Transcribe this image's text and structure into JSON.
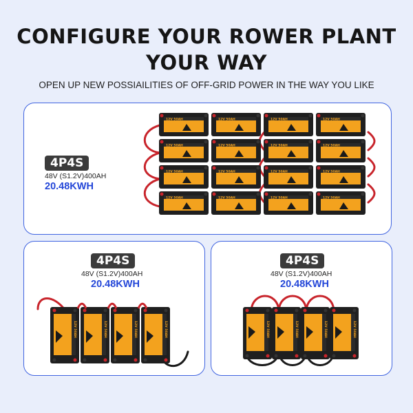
{
  "header": {
    "title_line1": "CONFIGURE YOUR ROWER PLANT",
    "title_line2": "YOUR WAY",
    "subtitle": "OPEN UP NEW POSSIAILITIES OF OFF-GRID POWER IN THE WAY YOU LIKE"
  },
  "configs": [
    {
      "badge": "4P4S",
      "spec": "48V (S1.2V)400AH",
      "energy": "20.48KWH"
    },
    {
      "badge": "4P4S",
      "spec": "48V (S1.2V)400AH",
      "energy": "20.48KWH"
    },
    {
      "badge": "4P4S",
      "spec": "48V (S1.2V)400AH",
      "energy": "20.48KWH"
    }
  ],
  "battery": {
    "label": "12V 50AH"
  },
  "colors": {
    "accent": "#3f63e0",
    "energy_text": "#2346d8",
    "battery_label": "#f3a21e",
    "battery_case": "#1f1f1f",
    "cable_red": "#c8242b"
  },
  "icons": [
    "battery-icon",
    "cable-icon"
  ]
}
